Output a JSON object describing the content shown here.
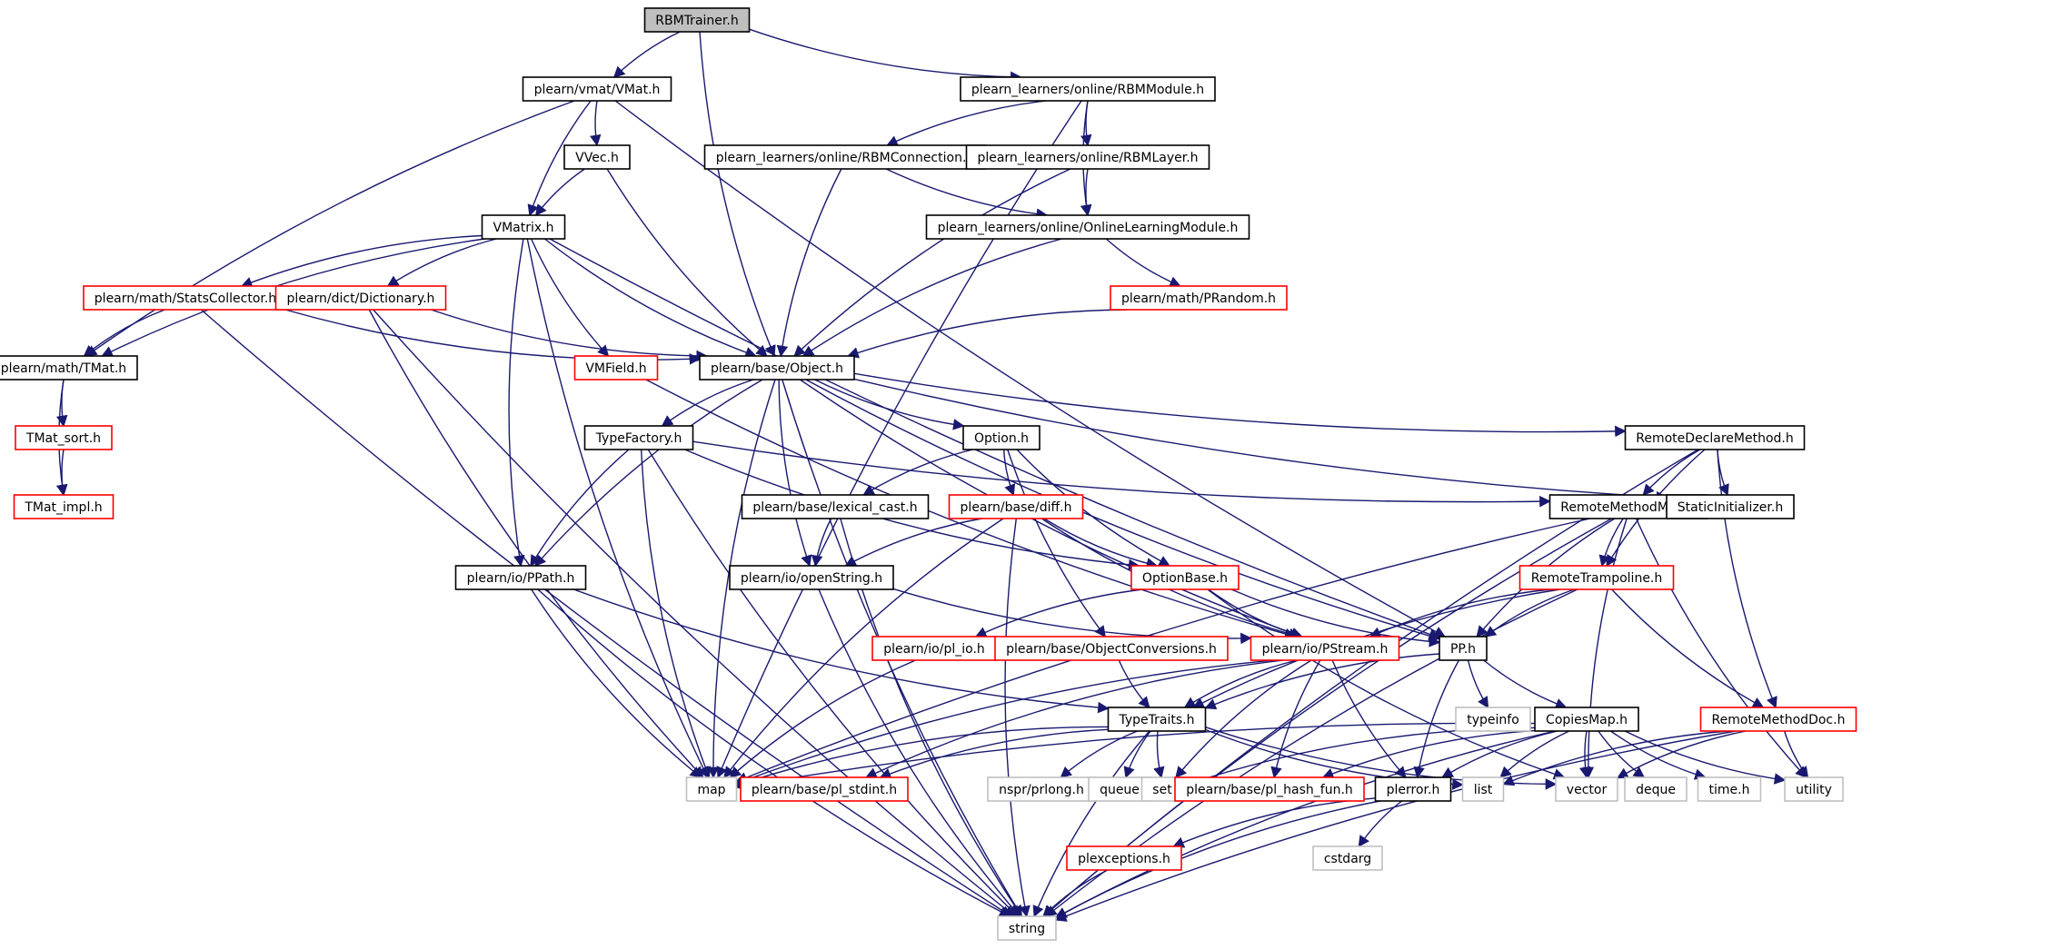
{
  "colors": {
    "edge": "#191970",
    "root_fill": "#bfbfbf",
    "doc_border": "#000000",
    "undoc_border": "#ff0000",
    "ext_border": "#bfbfbf"
  },
  "nodes": [
    {
      "id": "rbmtrainer",
      "label": "RBMTrainer.h",
      "style": "root"
    },
    {
      "id": "vmat",
      "label": "plearn/vmat/VMat.h",
      "style": "doc"
    },
    {
      "id": "rbmmodule",
      "label": "plearn_learners/online/RBMModule.h",
      "style": "doc"
    },
    {
      "id": "vvec",
      "label": "VVec.h",
      "style": "doc"
    },
    {
      "id": "rbmconnection",
      "label": "plearn_learners/online/RBMConnection.h",
      "style": "doc"
    },
    {
      "id": "rbmlayer",
      "label": "plearn_learners/online/RBMLayer.h",
      "style": "doc"
    },
    {
      "id": "vmatrix",
      "label": "VMatrix.h",
      "style": "doc"
    },
    {
      "id": "onlinelearning",
      "label": "plearn_learners/online/OnlineLearningModule.h",
      "style": "doc"
    },
    {
      "id": "statscollector",
      "label": "plearn/math/StatsCollector.h",
      "style": "red"
    },
    {
      "id": "dictionary",
      "label": "plearn/dict/Dictionary.h",
      "style": "red"
    },
    {
      "id": "prandom",
      "label": "plearn/math/PRandom.h",
      "style": "red"
    },
    {
      "id": "tmat",
      "label": "plearn/math/TMat.h",
      "style": "doc"
    },
    {
      "id": "vmfield",
      "label": "VMField.h",
      "style": "red"
    },
    {
      "id": "object",
      "label": "plearn/base/Object.h",
      "style": "doc"
    },
    {
      "id": "tmatsort",
      "label": "TMat_sort.h",
      "style": "red"
    },
    {
      "id": "typefactory",
      "label": "TypeFactory.h",
      "style": "doc"
    },
    {
      "id": "option",
      "label": "Option.h",
      "style": "doc"
    },
    {
      "id": "remotedeclare",
      "label": "RemoteDeclareMethod.h",
      "style": "doc"
    },
    {
      "id": "tmatimpl",
      "label": "TMat_impl.h",
      "style": "red"
    },
    {
      "id": "lexicalcast",
      "label": "plearn/base/lexical_cast.h",
      "style": "doc"
    },
    {
      "id": "diff",
      "label": "plearn/base/diff.h",
      "style": "red"
    },
    {
      "id": "remotemethodmap",
      "label": "RemoteMethodMap.h",
      "style": "doc"
    },
    {
      "id": "staticinit",
      "label": "StaticInitializer.h",
      "style": "doc"
    },
    {
      "id": "ppath",
      "label": "plearn/io/PPath.h",
      "style": "doc"
    },
    {
      "id": "openstring",
      "label": "plearn/io/openString.h",
      "style": "doc"
    },
    {
      "id": "optionbase",
      "label": "OptionBase.h",
      "style": "red"
    },
    {
      "id": "remotetrampoline",
      "label": "RemoteTrampoline.h",
      "style": "red"
    },
    {
      "id": "plio",
      "label": "plearn/io/pl_io.h",
      "style": "red"
    },
    {
      "id": "objconv",
      "label": "plearn/base/ObjectConversions.h",
      "style": "red"
    },
    {
      "id": "pstream",
      "label": "plearn/io/PStream.h",
      "style": "red"
    },
    {
      "id": "pp",
      "label": "PP.h",
      "style": "doc"
    },
    {
      "id": "typeinfo",
      "label": "typeinfo",
      "style": "ext"
    },
    {
      "id": "typetraits",
      "label": "TypeTraits.h",
      "style": "doc"
    },
    {
      "id": "copiesmap",
      "label": "CopiesMap.h",
      "style": "doc"
    },
    {
      "id": "remotemethoddoc",
      "label": "RemoteMethodDoc.h",
      "style": "red"
    },
    {
      "id": "map",
      "label": "map",
      "style": "ext"
    },
    {
      "id": "plstdint",
      "label": "plearn/base/pl_stdint.h",
      "style": "red"
    },
    {
      "id": "nsprprlong",
      "label": "nspr/prlong.h",
      "style": "ext"
    },
    {
      "id": "queue",
      "label": "queue",
      "style": "ext"
    },
    {
      "id": "set",
      "label": "set",
      "style": "ext"
    },
    {
      "id": "plhashfun",
      "label": "plearn/base/pl_hash_fun.h",
      "style": "red"
    },
    {
      "id": "plerror",
      "label": "plerror.h",
      "style": "doc"
    },
    {
      "id": "list",
      "label": "list",
      "style": "ext"
    },
    {
      "id": "vector",
      "label": "vector",
      "style": "ext"
    },
    {
      "id": "deque",
      "label": "deque",
      "style": "ext"
    },
    {
      "id": "timeh",
      "label": "time.h",
      "style": "ext"
    },
    {
      "id": "utility",
      "label": "utility",
      "style": "ext"
    },
    {
      "id": "cstdarg",
      "label": "cstdarg",
      "style": "ext"
    },
    {
      "id": "plexceptions",
      "label": "plexceptions.h",
      "style": "red"
    },
    {
      "id": "string",
      "label": "string",
      "style": "ext"
    }
  ],
  "edges": [
    [
      "rbmtrainer",
      "vmat"
    ],
    [
      "rbmtrainer",
      "object"
    ],
    [
      "rbmtrainer",
      "rbmmodule"
    ],
    [
      "vmat",
      "vvec"
    ],
    [
      "vmat",
      "vmatrix"
    ],
    [
      "vmat",
      "tmat"
    ],
    [
      "vmat",
      "pp"
    ],
    [
      "rbmmodule",
      "rbmconnection"
    ],
    [
      "rbmmodule",
      "rbmlayer"
    ],
    [
      "rbmmodule",
      "onlinelearning"
    ],
    [
      "rbmmodule",
      "map"
    ],
    [
      "vvec",
      "vmatrix"
    ],
    [
      "vvec",
      "object"
    ],
    [
      "rbmconnection",
      "onlinelearning"
    ],
    [
      "rbmconnection",
      "object"
    ],
    [
      "rbmlayer",
      "onlinelearning"
    ],
    [
      "rbmlayer",
      "object"
    ],
    [
      "onlinelearning",
      "object"
    ],
    [
      "onlinelearning",
      "prandom"
    ],
    [
      "prandom",
      "object"
    ],
    [
      "vmatrix",
      "tmat"
    ],
    [
      "vmatrix",
      "statscollector"
    ],
    [
      "vmatrix",
      "dictionary"
    ],
    [
      "vmatrix",
      "vmfield"
    ],
    [
      "vmatrix",
      "object"
    ],
    [
      "vmatrix",
      "ppath"
    ],
    [
      "vmatrix",
      "map"
    ],
    [
      "vmatrix",
      "pp"
    ],
    [
      "statscollector",
      "tmat"
    ],
    [
      "statscollector",
      "object"
    ],
    [
      "statscollector",
      "string"
    ],
    [
      "dictionary",
      "object"
    ],
    [
      "dictionary",
      "map"
    ],
    [
      "dictionary",
      "string"
    ],
    [
      "vmfield",
      "pstream"
    ],
    [
      "tmat",
      "tmatsort"
    ],
    [
      "tmat",
      "tmatimpl"
    ],
    [
      "tmatsort",
      "tmatimpl"
    ],
    [
      "object",
      "typefactory"
    ],
    [
      "object",
      "option"
    ],
    [
      "object",
      "remotedeclare"
    ],
    [
      "object",
      "staticinit"
    ],
    [
      "object",
      "ppath"
    ],
    [
      "object",
      "openstring"
    ],
    [
      "object",
      "map"
    ],
    [
      "object",
      "pstream"
    ],
    [
      "object",
      "pp"
    ],
    [
      "object",
      "string"
    ],
    [
      "typefactory",
      "ppath"
    ],
    [
      "typefactory",
      "optionbase"
    ],
    [
      "typefactory",
      "remotemethodmap"
    ],
    [
      "typefactory",
      "map"
    ],
    [
      "typefactory",
      "string"
    ],
    [
      "option",
      "lexicalcast"
    ],
    [
      "option",
      "diff"
    ],
    [
      "option",
      "optionbase"
    ],
    [
      "option",
      "objconv"
    ],
    [
      "remotedeclare",
      "remotemethodmap"
    ],
    [
      "remotedeclare",
      "staticinit"
    ],
    [
      "remotedeclare",
      "remotetrampoline"
    ],
    [
      "remotedeclare",
      "remotemethoddoc"
    ],
    [
      "remotedeclare",
      "string"
    ],
    [
      "lexicalcast",
      "openstring"
    ],
    [
      "lexicalcast",
      "string"
    ],
    [
      "diff",
      "openstring"
    ],
    [
      "diff",
      "optionbase"
    ],
    [
      "diff",
      "pstream"
    ],
    [
      "diff",
      "map"
    ],
    [
      "diff",
      "string"
    ],
    [
      "remotemethodmap",
      "remotetrampoline"
    ],
    [
      "remotemethodmap",
      "pp"
    ],
    [
      "remotemethodmap",
      "map"
    ],
    [
      "remotemethodmap",
      "vector"
    ],
    [
      "remotemethodmap",
      "utility"
    ],
    [
      "remotemethodmap",
      "string"
    ],
    [
      "ppath",
      "typetraits"
    ],
    [
      "ppath",
      "map"
    ],
    [
      "ppath",
      "string"
    ],
    [
      "openstring",
      "pstream"
    ],
    [
      "openstring",
      "string"
    ],
    [
      "optionbase",
      "plio"
    ],
    [
      "optionbase",
      "pstream"
    ],
    [
      "optionbase",
      "pp"
    ],
    [
      "optionbase",
      "vector"
    ],
    [
      "remotetrampoline",
      "pstream"
    ],
    [
      "remotetrampoline",
      "pp"
    ],
    [
      "remotetrampoline",
      "typetraits"
    ],
    [
      "remotetrampoline",
      "remotemethoddoc"
    ],
    [
      "remotetrampoline",
      "string"
    ],
    [
      "plio",
      "map"
    ],
    [
      "objconv",
      "typetraits"
    ],
    [
      "pstream",
      "typetraits"
    ],
    [
      "pstream",
      "plstdint"
    ],
    [
      "pstream",
      "map"
    ],
    [
      "pstream",
      "set"
    ],
    [
      "pstream",
      "plhashfun"
    ],
    [
      "pstream",
      "plerror"
    ],
    [
      "pp",
      "typeinfo"
    ],
    [
      "pp",
      "typetraits"
    ],
    [
      "pp",
      "copiesmap"
    ],
    [
      "pp",
      "plerror"
    ],
    [
      "typetraits",
      "map"
    ],
    [
      "typetraits",
      "plstdint"
    ],
    [
      "typetraits",
      "nsprprlong"
    ],
    [
      "typetraits",
      "queue"
    ],
    [
      "typetraits",
      "set"
    ],
    [
      "typetraits",
      "list"
    ],
    [
      "typetraits",
      "vector"
    ],
    [
      "typetraits",
      "string"
    ],
    [
      "copiesmap",
      "map"
    ],
    [
      "copiesmap",
      "set"
    ],
    [
      "copiesmap",
      "plhashfun"
    ],
    [
      "copiesmap",
      "plerror"
    ],
    [
      "copiesmap",
      "list"
    ],
    [
      "copiesmap",
      "vector"
    ],
    [
      "copiesmap",
      "deque"
    ],
    [
      "copiesmap",
      "timeh"
    ],
    [
      "copiesmap",
      "utility"
    ],
    [
      "copiesmap",
      "string"
    ],
    [
      "remotemethoddoc",
      "list"
    ],
    [
      "remotemethoddoc",
      "vector"
    ],
    [
      "remotemethoddoc",
      "utility"
    ],
    [
      "remotemethoddoc",
      "string"
    ],
    [
      "plerror",
      "plexceptions"
    ],
    [
      "plerror",
      "cstdarg"
    ],
    [
      "plerror",
      "string"
    ],
    [
      "plexceptions",
      "string"
    ]
  ]
}
